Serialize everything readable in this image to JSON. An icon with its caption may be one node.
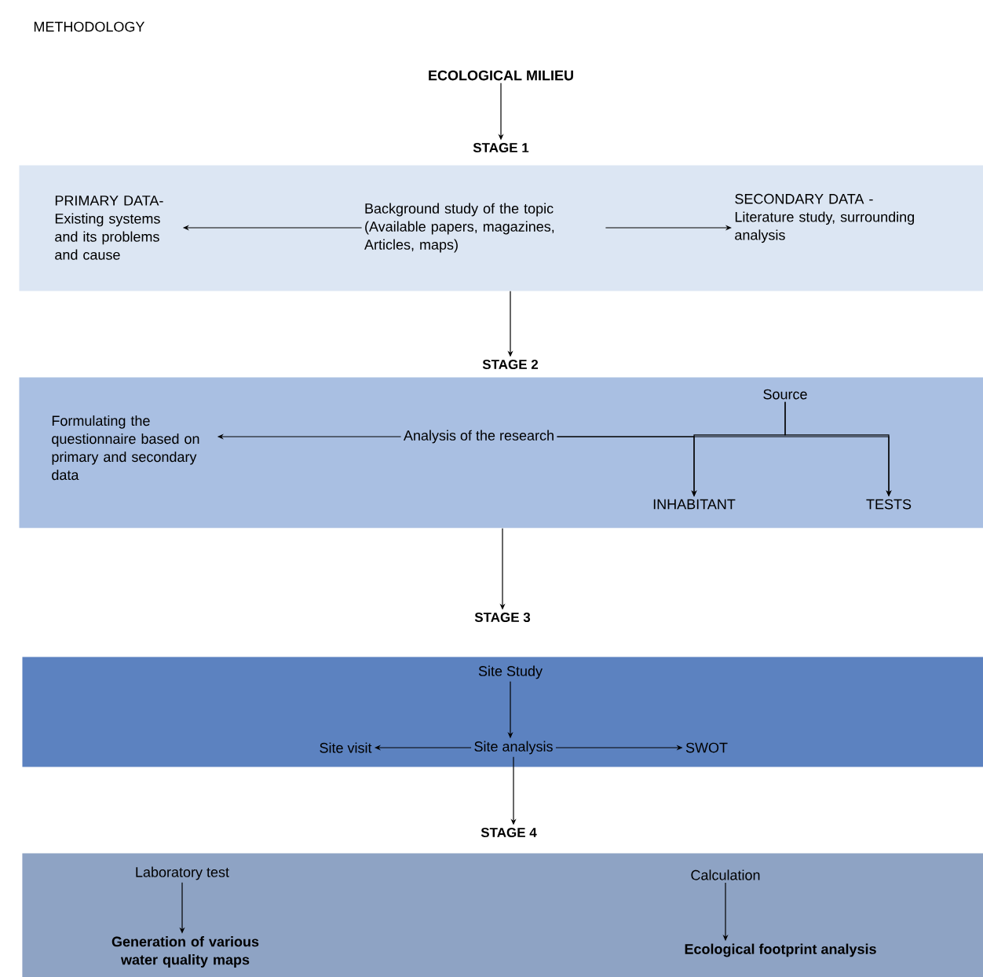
{
  "diagram": {
    "title": "METHODOLOGY",
    "nodes": [
      {
        "text": [
          "ECOLOGICAL MILIEU"
        ]
      },
      {
        "text": [
          "STAGE 1"
        ]
      },
      {
        "text": [],
        "shape": "band"
      },
      {
        "text": [
          "PRIMARY DATA- Existing systems and its problems and cause"
        ],
        "in": 2
      },
      {
        "text": [
          "Background study of the topic (Available papers, magazines, Articles, maps)"
        ],
        "in": 2
      },
      {
        "text": [
          "SECONDARY DATA - Literature study, surrounding analysis"
        ],
        "in": 2
      },
      {
        "text": [
          "STAGE 2"
        ]
      },
      {
        "text": [],
        "shape": "band"
      },
      {
        "text": [
          "Formulating the questionnaire based on primary and secondary data"
        ],
        "in": 7
      },
      {
        "text": [
          "Analysis of the research"
        ],
        "in": 7
      },
      {
        "text": [
          "Source"
        ],
        "in": 7
      },
      {
        "text": [
          "INHABITANT"
        ],
        "in": 7
      },
      {
        "text": [
          "TESTS"
        ],
        "in": 7
      },
      {
        "text": [
          "STAGE 3"
        ]
      },
      {
        "text": [],
        "shape": "band"
      },
      {
        "text": [
          "Site Study"
        ],
        "in": 14
      },
      {
        "text": [
          "Site visit"
        ],
        "in": 14
      },
      {
        "text": [
          "Site analysis"
        ],
        "in": 14
      },
      {
        "text": [
          "SWOT"
        ],
        "in": 14
      },
      {
        "text": [
          "STAGE 4"
        ]
      },
      {
        "text": [],
        "shape": "band"
      },
      {
        "text": [
          "Laboratory test"
        ],
        "in": 20
      },
      {
        "text": [
          "Generation of various water quality maps"
        ],
        "in": 20
      },
      {
        "text": [
          "Calculation"
        ],
        "in": 20
      },
      {
        "text": [
          "Ecological footprint analysis"
        ],
        "in": 20
      }
    ],
    "edges": [
      {
        "from": 0,
        "to": 1,
        "arrow": "to"
      },
      {
        "from": 4,
        "to": 3,
        "arrow": "to"
      },
      {
        "from": 4,
        "to": 5,
        "arrow": "to"
      },
      {
        "from": 2,
        "to": 6,
        "arrow": "to"
      },
      {
        "from": 9,
        "to": 8,
        "arrow": "to"
      },
      {
        "from": 9,
        "to": 11,
        "arrow": "to"
      },
      {
        "from": 9,
        "to": 12,
        "arrow": "to"
      },
      {
        "from": 10,
        "to": 11,
        "arrow": "to"
      },
      {
        "from": 10,
        "to": 12,
        "arrow": "to"
      },
      {
        "from": 7,
        "to": 13,
        "arrow": "to"
      },
      {
        "from": 15,
        "to": 17,
        "arrow": "to"
      },
      {
        "from": 17,
        "to": 16,
        "arrow": "to"
      },
      {
        "from": 17,
        "to": 18,
        "arrow": "to"
      },
      {
        "from": 17,
        "to": 19,
        "arrow": "to"
      },
      {
        "from": 21,
        "to": 22,
        "arrow": "to"
      },
      {
        "from": 23,
        "to": 24,
        "arrow": "to"
      }
    ]
  }
}
